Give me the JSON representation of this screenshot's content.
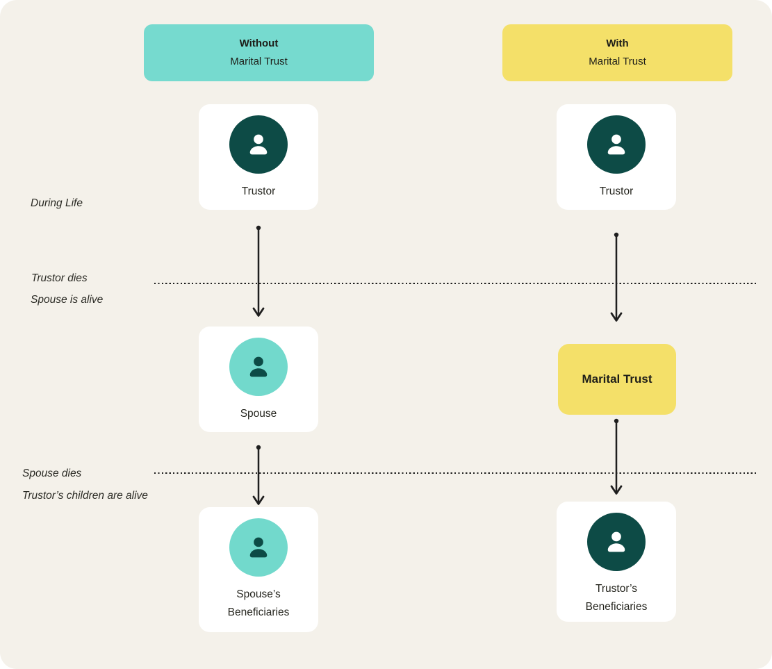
{
  "diagram": {
    "title_context": "Marital trust comparison flow",
    "colors": {
      "panel_background": "#f4f1ea",
      "teal_accent": "#76dacf",
      "yellow_accent": "#f4e069",
      "dark_teal": "#0d4b46",
      "light_teal": "#72d9cc",
      "card_background": "#ffffff",
      "line_color": "#1e1e1e",
      "text_color": "#26261f"
    },
    "headers": {
      "without": {
        "lines": [
          "Without",
          "Marital Trust"
        ]
      },
      "with": {
        "lines": [
          "With",
          "Marital Trust"
        ]
      }
    },
    "timeline_labels": {
      "during_life": "During Life",
      "trustor_dies": "Trustor dies",
      "spouse_is_alive": "Spouse is alive",
      "spouse_dies": "Spouse dies",
      "children_alive": "Trustor’s children are alive"
    },
    "without_column": {
      "trustor": {
        "label": [
          "Trustor"
        ],
        "icon": "person-icon",
        "avatar_style": "dark"
      },
      "spouse": {
        "label": [
          "Spouse"
        ],
        "icon": "person-icon",
        "avatar_style": "light"
      },
      "beneficiaries": {
        "label": [
          "Spouse’s",
          "Beneficiaries"
        ],
        "icon": "person-icon",
        "avatar_style": "light"
      }
    },
    "with_column": {
      "trustor": {
        "label": [
          "Trustor"
        ],
        "icon": "person-icon",
        "avatar_style": "dark"
      },
      "marital_trust": {
        "label": "Marital Trust"
      },
      "beneficiaries": {
        "label": [
          "Trustor’s",
          "Beneficiaries"
        ],
        "icon": "person-icon",
        "avatar_style": "dark"
      }
    }
  }
}
